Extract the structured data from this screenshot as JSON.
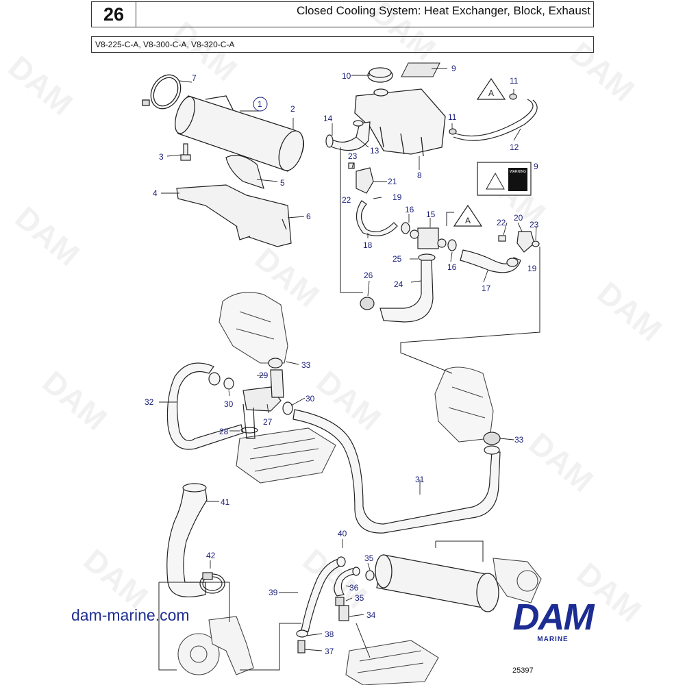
{
  "header": {
    "page_number": "26",
    "title": "Closed Cooling System: Heat Exchanger, Block, Exhaust",
    "models": "V8-225-C-A, V8-300-C-A, V8-320-C-A"
  },
  "watermark": "DAM",
  "website": "dam-marine.com",
  "logo": {
    "main": "DAM",
    "sub": "MARINE"
  },
  "document_number": "25397",
  "warning_label": {
    "section_ref": "A",
    "text": "WARNING"
  },
  "section_markers": [
    "A",
    "A"
  ],
  "callouts": [
    "1",
    "2",
    "3",
    "4",
    "5",
    "6",
    "7",
    "8",
    "9",
    "9",
    "10",
    "11",
    "11",
    "12",
    "13",
    "14",
    "15",
    "16",
    "16",
    "17",
    "18",
    "19",
    "19",
    "20",
    "21",
    "22",
    "22",
    "23",
    "23",
    "24",
    "25",
    "26",
    "27",
    "28",
    "29",
    "30",
    "30",
    "31",
    "32",
    "33",
    "33",
    "34",
    "35",
    "35",
    "36",
    "37",
    "38",
    "39",
    "40",
    "41",
    "42"
  ],
  "colors": {
    "accent": "#1c2c93",
    "callout_text": "#1a1f7a",
    "line": "#222222"
  }
}
